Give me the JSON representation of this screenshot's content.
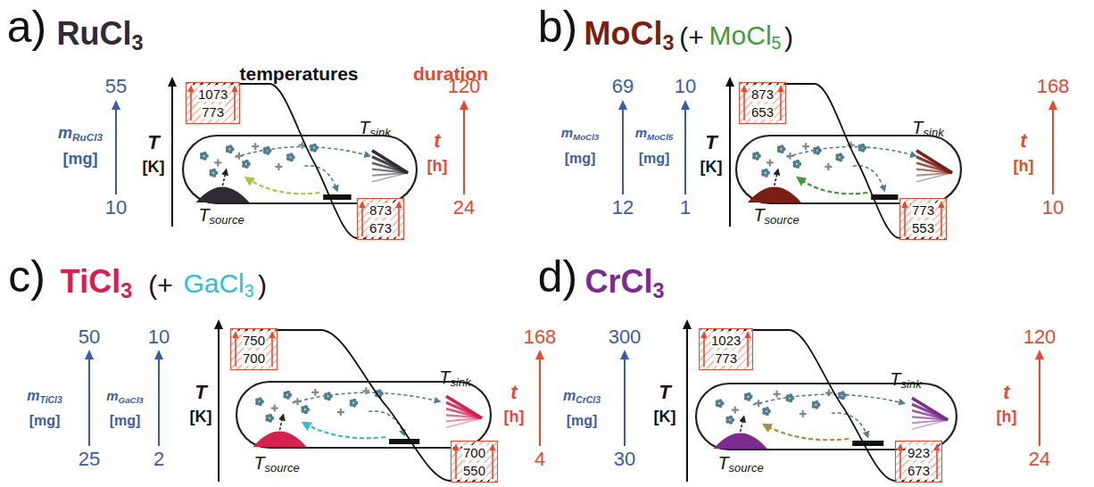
{
  "diagram": {
    "nodes": [
      {
        "text": [
          "1073",
          "773"
        ]
      },
      {
        "text": [
          "873",
          "673"
        ]
      },
      {
        "text": [
          "873",
          "653"
        ]
      },
      {
        "text": [
          "773",
          "553"
        ]
      },
      {
        "text": [
          "750",
          "700"
        ]
      },
      {
        "text": [
          "700",
          "550"
        ]
      },
      {
        "text": [
          "1023",
          "773"
        ]
      },
      {
        "text": [
          "923",
          "673"
        ]
      }
    ],
    "labels": [
      "a)",
      "RuCl3",
      "temperatures",
      "duration",
      "55",
      "10",
      "mRuCl3",
      "[mg]",
      "T",
      "[K]",
      "Tsource",
      "Tsink",
      "120",
      "24",
      "t",
      "[h]",
      "b)",
      "MoCl3",
      "(+",
      "MoCl5",
      ")",
      "69",
      "12",
      "mMoCl3",
      "[mg]",
      "10",
      "1",
      "mMoCl5",
      "[mg]",
      "T",
      "[K]",
      "Tsource",
      "Tsink",
      "168",
      "10",
      "t",
      "[h]",
      "c)",
      "TiCl3",
      "(+",
      "GaCl3",
      ")",
      "50",
      "25",
      "mTiCl3",
      "[mg]",
      "10",
      "2",
      "mGaCl3",
      "[mg]",
      "T",
      "[K]",
      "Tsource",
      "Tsink",
      "168",
      "4",
      "t",
      "[h]",
      "d)",
      "CrCl3",
      "300",
      "30",
      "mCrCl3",
      "[mg]",
      "T",
      "[K]",
      "Tsource",
      "Tsink",
      "120",
      "24",
      "t",
      "[h]"
    ]
  }
}
